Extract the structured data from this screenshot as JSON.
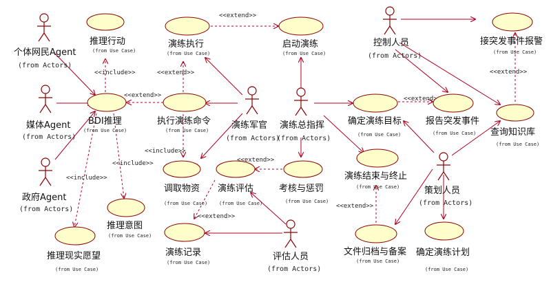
{
  "texts": {
    "use_case_source": "(from Use Case)",
    "actor_source": "(from Actors)",
    "include": "<<include>>",
    "extend": "<<extend>>"
  },
  "use_cases": {
    "reasoning_action": "推理行动",
    "drill_execute": "演练执行",
    "start_drill": "启动演练",
    "bdi_reasoning": "BDI推理",
    "execute_command": "执行演练命令",
    "fetch_supplies": "调取物资",
    "drill_evaluation": "演练评估",
    "assess_reward": "考核与惩罚",
    "drill_record": "演练记录",
    "reasoning_desire": "推理现实愿望",
    "reasoning_intent": "推理意图",
    "determine_goal": "确定演练目标",
    "report_incident": "报告突发事件",
    "drill_end": "演练结束与终止",
    "archive": "文件归档与备案",
    "determine_plan": "确定演练计划",
    "receive_alarm": "接突发事件报警",
    "query_kb": "查询知识库"
  },
  "actors": {
    "citizen_agent": "个体网民Agent",
    "media_agent": "媒体Agent",
    "gov_agent": "政府Agent",
    "drill_officer": "演练军官",
    "commander": "演练总指挥",
    "controller": "控制人员",
    "planner": "策划人员",
    "evaluator": "评估人员"
  }
}
